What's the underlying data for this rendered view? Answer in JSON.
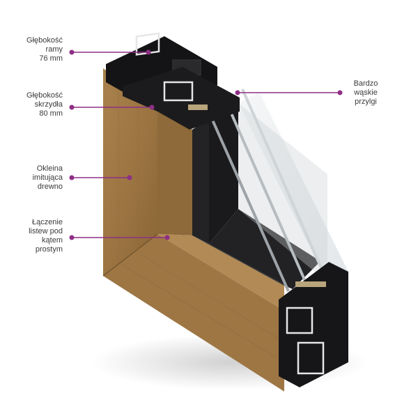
{
  "callouts": {
    "frame_depth": "Głębokość\nramy\n76 mm",
    "sash_depth": "Głębokość\nskrzydła\n80 mm",
    "veneer": "Okleina\nimitująca\ndrewno",
    "joint": "Łączenie\nlistew pod\nkątem\nprostym",
    "seals": "Bardzo\nwąskie\nprzylgi"
  },
  "colors": {
    "accent": "#8e2f86",
    "wood": "#a07844",
    "profile": "#1c1c1e",
    "glass": "#d8dde0"
  }
}
